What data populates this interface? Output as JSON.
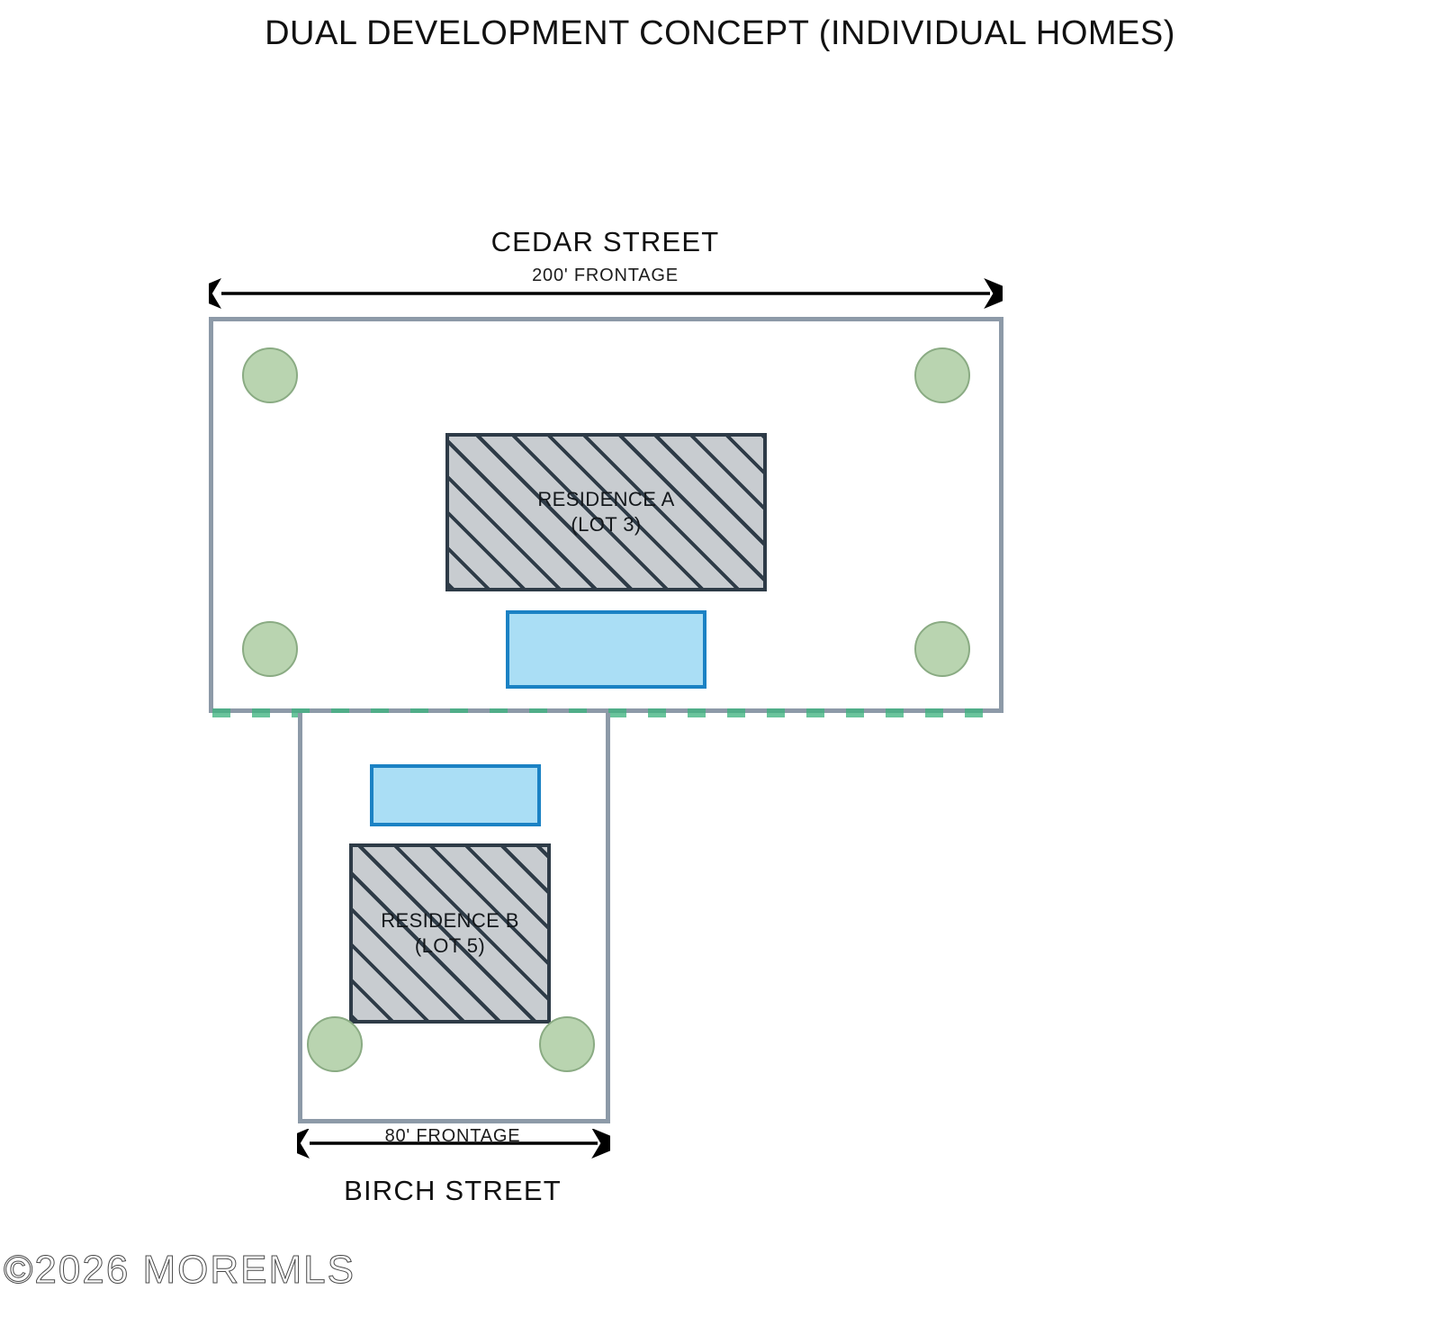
{
  "plan": {
    "title": "DUAL DEVELOPMENT CONCEPT (INDIVIDUAL HOMES)"
  },
  "streets": {
    "top": {
      "name": "CEDAR STREET",
      "frontage": "200' FRONTAGE",
      "frontage_value": 200,
      "frontage_units": "feet"
    },
    "bottom": {
      "name": "BIRCH STREET",
      "frontage": "80' FRONTAGE",
      "frontage_value": 80,
      "frontage_units": "feet"
    }
  },
  "lots": [
    {
      "id": "lot-3",
      "lot_label": "(LOT 3)",
      "residence_label": "RESIDENCE A",
      "fronts_street": "CEDAR STREET",
      "tree_count": 4
    },
    {
      "id": "lot-5",
      "lot_label": "(LOT 5)",
      "residence_label": "RESIDENCE B",
      "fronts_street": "BIRCH STREET",
      "tree_count": 2
    }
  ],
  "colors": {
    "lot_boundary": "#8d9aa8",
    "shared_lot_line": "#3fb27f",
    "building_fill": "#c8ccd0",
    "building_hatch": "#2e3b47",
    "driveway_fill": "#aadef5",
    "driveway_stroke": "#1b82c4",
    "tree_fill": "#b9d4b0",
    "tree_stroke": "#8aab83",
    "text": "#111111"
  },
  "watermark": {
    "text": "©2026 MOREMLS"
  }
}
